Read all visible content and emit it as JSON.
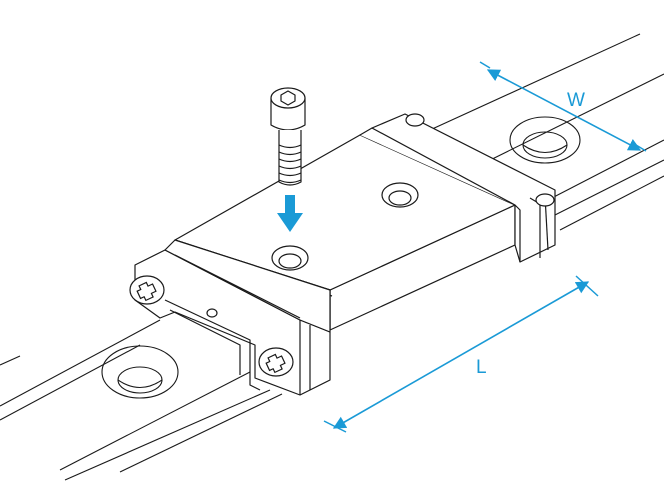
{
  "diagram": {
    "colors": {
      "line": "#1a1a1a",
      "dimension": "#1a9ad6",
      "background": "#ffffff"
    },
    "labels": {
      "width": "W",
      "length": "L"
    },
    "parts": {
      "rail": "linear-rail",
      "carriage": "carriage-block",
      "screw": "socket-head-cap-screw",
      "direction": "insert-direction-arrow"
    }
  }
}
